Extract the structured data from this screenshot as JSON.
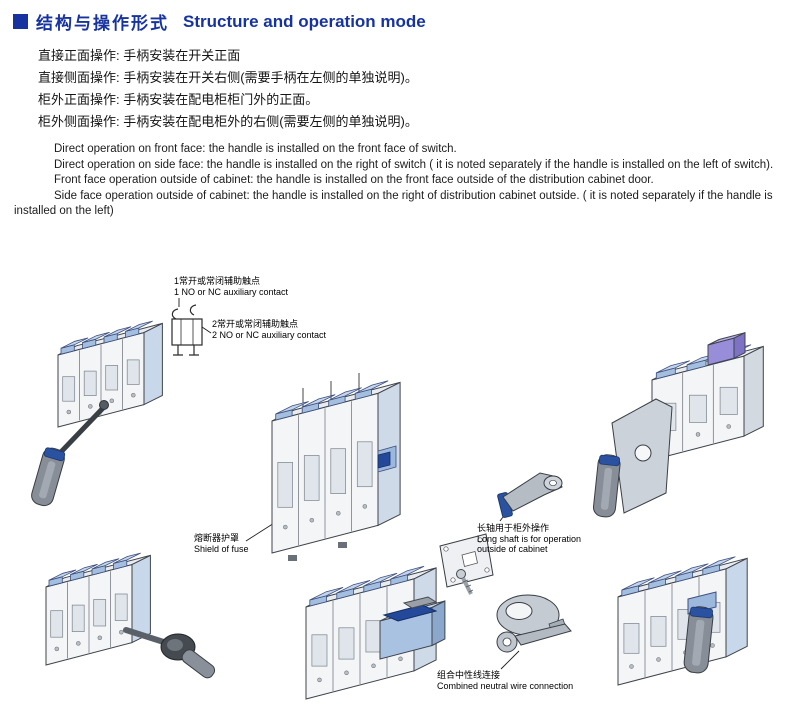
{
  "colors": {
    "accent": "#1733a0",
    "part_blue": "#2a52a0",
    "part_light_blue": "#b9cfe9"
  },
  "header": {
    "bullet": "■",
    "title_zh": "结构与操作形式",
    "title_en": "Structure and operation mode"
  },
  "zh_lines": [
    "直接正面操作: 手柄安装在开关正面",
    "直接侧面操作: 手柄安装在开关右侧(需要手柄在左侧的单独说明)。",
    "柜外正面操作: 手柄安装在配电柜柜门外的正面。",
    "柜外侧面操作: 手柄安装在配电柜外的右侧(需要左侧的单独说明)。"
  ],
  "en_paragraphs": [
    "Direct operation on front face: the handle is installed on the front face of switch.",
    "Direct operation on side face: the handle is installed on the right of switch ( it is noted separately if the handle is installed on the left of switch).",
    "Front face operation outside of cabinet: the handle is installed on the front face outside of the distribution cabinet door.",
    "Side face operation outside of cabinet: the handle is installed on the right of distribution cabinet outside. ( it is noted separately if the handle is installed on the left)"
  ],
  "figure_labels": {
    "aux1": {
      "zh": "1常开或常闭辅助触点",
      "en": "1 NO or NC auxiliary contact"
    },
    "aux2": {
      "zh": "2常开或常闭辅助触点",
      "en": "2 NO or NC auxiliary contact"
    },
    "fuse": {
      "zh": "熔断器护罩",
      "en": "Shield of fuse"
    },
    "shaft": {
      "zh": "长轴用于柜外操作",
      "en": "Long shaft is for operation outside of cabinet"
    },
    "neutral": {
      "zh": "组合中性线连接",
      "en": "Combined neutral wire connection"
    }
  }
}
